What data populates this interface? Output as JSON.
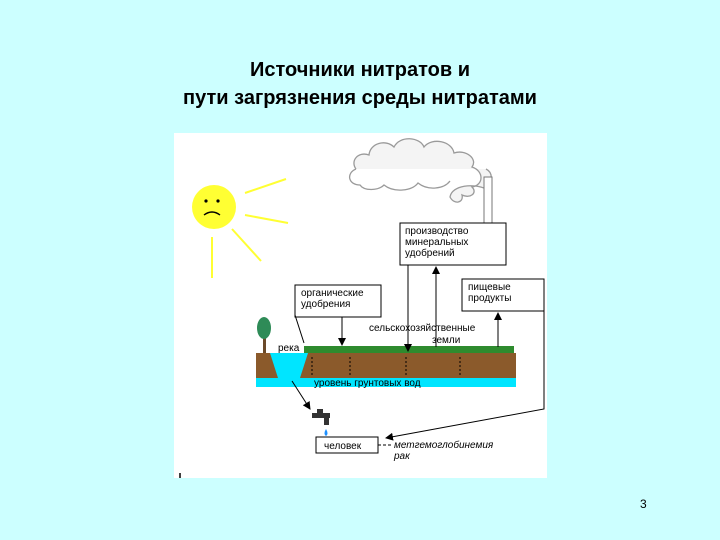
{
  "slide": {
    "title_line1": "Источники нитратов и",
    "title_line2": "пути загрязнения среды нитратами",
    "page_number": "3"
  },
  "diagram": {
    "labels": {
      "production_line1": "производство",
      "production_line2": "минеральных",
      "production_line3": "удобрений",
      "organic_line1": "органические",
      "organic_line2": "удобрения",
      "food_line1": "пищевые",
      "food_line2": "продукты",
      "farmland_line1": "сельскохозяйственные",
      "farmland_line2": "земли",
      "river": "река",
      "groundwater": "уровень грунтовых вод",
      "human": "человек",
      "disease_line1": "метгемоглобинемия",
      "disease_line2": "рак"
    },
    "colors": {
      "background": "#ccffff",
      "sun": "#ffff33",
      "soil": "#8b5a2b",
      "water": "#00e5ff",
      "grass": "#2e8b2e",
      "tree": "#2e8b57"
    }
  }
}
